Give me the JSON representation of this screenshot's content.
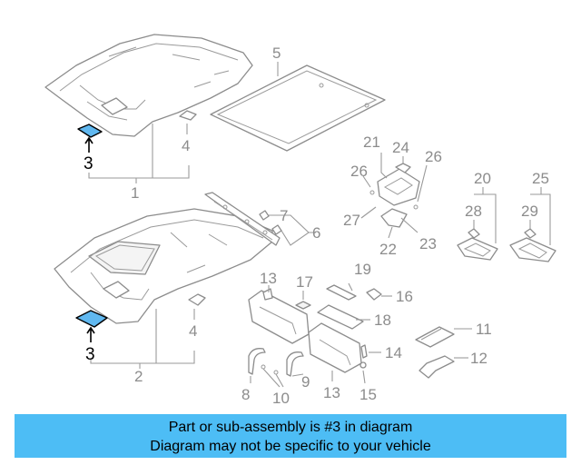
{
  "callouts": {
    "c1": "1",
    "c2": "2",
    "c3a": "3",
    "c3b": "3",
    "c4a": "4",
    "c4b": "4",
    "c5": "5",
    "c6": "6",
    "c7": "7",
    "c8": "8",
    "c9": "9",
    "c10": "10",
    "c11": "11",
    "c12": "12",
    "c13a": "13",
    "c13b": "13",
    "c14": "14",
    "c15": "15",
    "c16": "16",
    "c17": "17",
    "c18": "18",
    "c19": "19",
    "c20": "20",
    "c21": "21",
    "c22": "22",
    "c23": "23",
    "c24": "24",
    "c25": "25",
    "c26a": "26",
    "c26b": "26",
    "c27": "27",
    "c28": "28",
    "c29": "29"
  },
  "highlight": {
    "part_number": "3",
    "color": "#60b8f0"
  },
  "banner": {
    "line1": "Part or sub-assembly is #3 in diagram",
    "line2": "Diagram may not be specific to your vehicle",
    "color": "#4dbdf5"
  }
}
